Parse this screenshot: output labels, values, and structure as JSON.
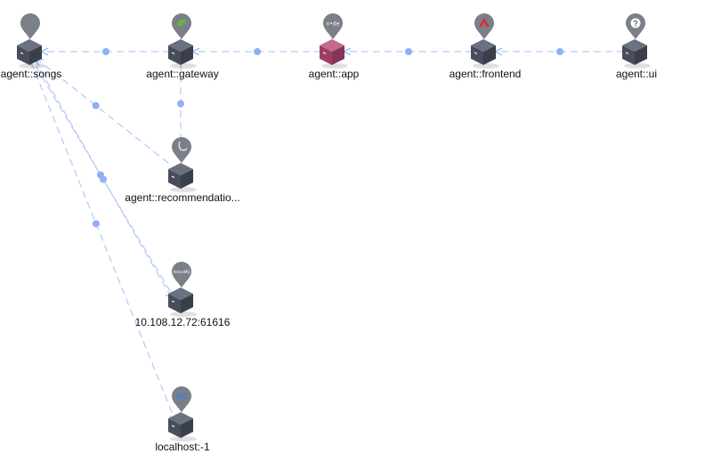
{
  "colors": {
    "edge": "#a9bdf5",
    "edge_dot": "#8fb0f2",
    "cube_top": "#6a7180",
    "cube_left": "#474d5a",
    "cube_right": "#3a3f4a",
    "cube_highlight_top": "#c46a8c",
    "cube_highlight_left": "#9b4064",
    "cube_highlight_right": "#863558",
    "pin": "#7a7f88",
    "label": "#111111"
  },
  "nodes": [
    {
      "id": "songs",
      "label": "agent::songs",
      "icon": "blank-pin-icon",
      "highlight": false
    },
    {
      "id": "gateway",
      "label": "agent::gateway",
      "icon": "leaf-icon",
      "highlight": false
    },
    {
      "id": "app",
      "label": "agent::app",
      "icon": "node-js-icon",
      "highlight": true,
      "icon_text": "n•de"
    },
    {
      "id": "frontend",
      "label": "agent::frontend",
      "icon": "angular-icon",
      "highlight": false
    },
    {
      "id": "ui",
      "label": "agent::ui",
      "icon": "question-icon",
      "highlight": false,
      "icon_text": "?"
    },
    {
      "id": "recommendations",
      "label": "agent::recommendatio...",
      "icon": "java-icon",
      "highlight": false
    },
    {
      "id": "activemq",
      "label": "10.108.12.72:61616",
      "icon": "activemq-icon",
      "highlight": false,
      "icon_text": "ActiveMQ"
    },
    {
      "id": "localhost",
      "label": "localhost:-1",
      "icon": "h2-database-icon",
      "highlight": false,
      "icon_text": "H2"
    }
  ],
  "edges": [
    {
      "from": "ui",
      "to": "frontend"
    },
    {
      "from": "frontend",
      "to": "app"
    },
    {
      "from": "app",
      "to": "gateway"
    },
    {
      "from": "gateway",
      "to": "songs"
    },
    {
      "from": "gateway",
      "to": "recommendations"
    },
    {
      "from": "recommendations",
      "to": "songs"
    },
    {
      "from": "songs",
      "to": "activemq"
    },
    {
      "from": "activemq",
      "to": "songs"
    },
    {
      "from": "songs",
      "to": "localhost"
    }
  ]
}
